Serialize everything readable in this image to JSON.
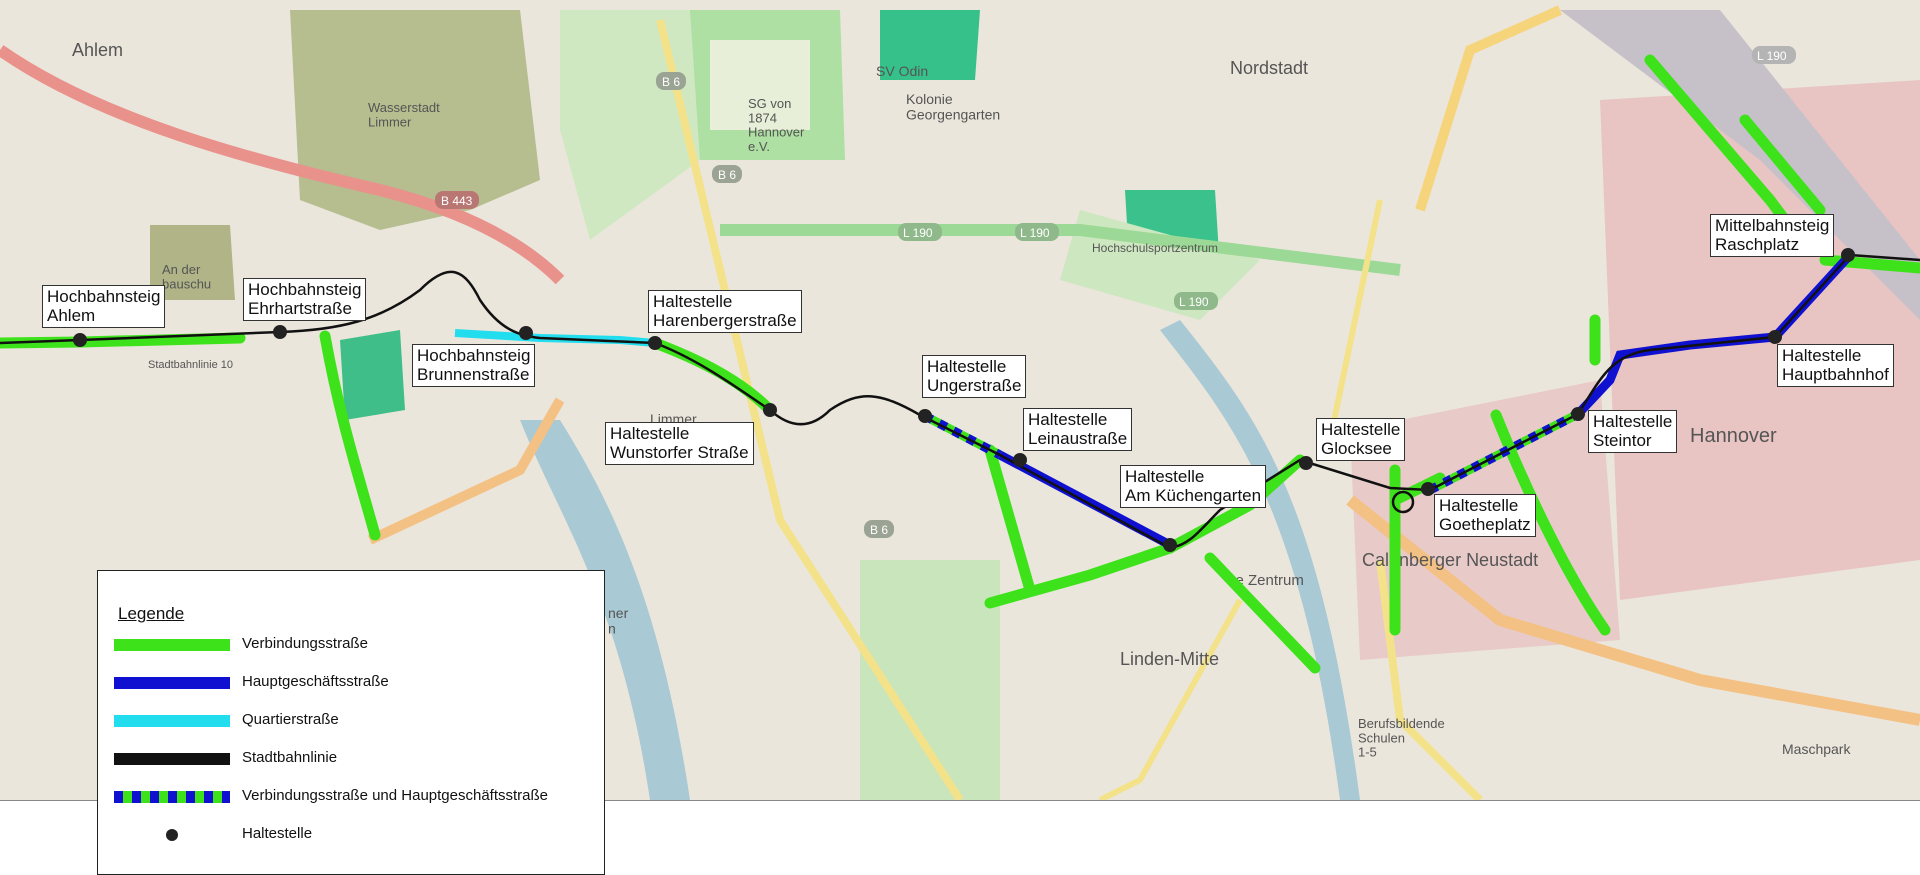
{
  "colors": {
    "connecting": "#3ee21a",
    "main_shopping": "#1010d0",
    "quarter": "#22ddee",
    "tram": "#111111",
    "stop": "#222222"
  },
  "stops": [
    {
      "id": "ahlem",
      "label": "Hochbahnsteig\nAhlem"
    },
    {
      "id": "ehrhart",
      "label": "Hochbahnsteig\nEhrhartstraße"
    },
    {
      "id": "brunnen",
      "label": "Hochbahnsteig\nBrunnenstraße"
    },
    {
      "id": "harenberger",
      "label": "Haltestelle\nHarenbergerstraße"
    },
    {
      "id": "wunstorfer",
      "label": "Haltestelle\nWunstorfer Straße"
    },
    {
      "id": "unger",
      "label": "Haltestelle\nUngerstraße"
    },
    {
      "id": "leinau",
      "label": "Haltestelle\nLeinaustraße"
    },
    {
      "id": "kuechengarten",
      "label": "Haltestelle\nAm Küchengarten"
    },
    {
      "id": "glocksee",
      "label": "Haltestelle\nGlocksee"
    },
    {
      "id": "goetheplatz",
      "label": "Haltestelle\nGoetheplatz"
    },
    {
      "id": "steintor",
      "label": "Haltestelle\nSteintor"
    },
    {
      "id": "hauptbahnhof",
      "label": "Haltestelle\nHauptbahnhof"
    },
    {
      "id": "raschplatz",
      "label": "Mittelbahnsteig\nRaschplatz"
    }
  ],
  "places": [
    {
      "id": "ahlem",
      "text": "Ahlem"
    },
    {
      "id": "wasserstadt",
      "text": "Wasserstadt\nLimmer"
    },
    {
      "id": "an-der",
      "text": "An der\nbauschu"
    },
    {
      "id": "sg",
      "text": "SG von\n1874\nHannover\ne.V."
    },
    {
      "id": "svodin",
      "text": "SV Odin"
    },
    {
      "id": "kolonie",
      "text": "Kolonie\nGeorgengarten"
    },
    {
      "id": "nordstadt",
      "text": "Nordstadt"
    },
    {
      "id": "hochschulsport",
      "text": "Hochschulsportzentrum"
    },
    {
      "id": "hannover",
      "text": "Hannover"
    },
    {
      "id": "calenberger",
      "text": "Calenberger Neustadt"
    },
    {
      "id": "linden-mitte",
      "text": "Linden-Mitte"
    },
    {
      "id": "zentrum",
      "text": "se Zentrum"
    },
    {
      "id": "bbs",
      "text": "Berufsbildende\nSchulen\n1-5"
    },
    {
      "id": "maschpark",
      "text": "Maschpark"
    },
    {
      "id": "stadtbahnlinie",
      "text": "Stadtbahnlinie 10"
    },
    {
      "id": "limmer",
      "text": "Limmer"
    },
    {
      "id": "ner",
      "text": "ner\nn"
    }
  ],
  "road_tags": [
    "B 6",
    "B 443",
    "L 190"
  ],
  "legend": {
    "title": "Legende",
    "items": [
      {
        "type": "connecting",
        "label": "Verbindungsstraße"
      },
      {
        "type": "main_shopping",
        "label": "Hauptgeschäftsstraße"
      },
      {
        "type": "quarter",
        "label": "Quartierstraße"
      },
      {
        "type": "tram",
        "label": "Stadtbahnlinie"
      },
      {
        "type": "mixed",
        "label": "Verbindungsstraße und Hauptgeschäftsstraße"
      },
      {
        "type": "stop",
        "label": "Haltestelle"
      }
    ]
  }
}
